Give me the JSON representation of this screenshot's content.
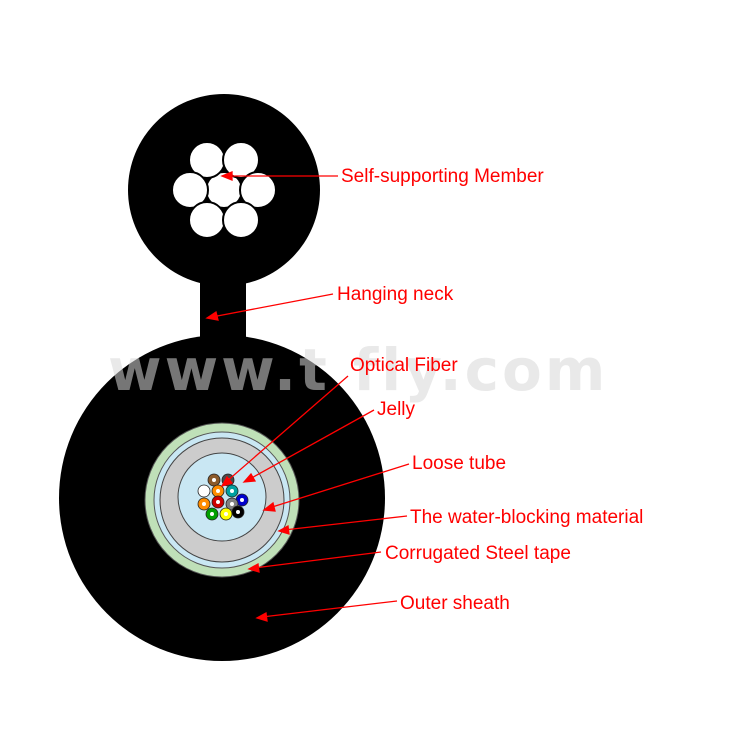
{
  "watermark": "www.t  fly.com",
  "labels": {
    "self_supporting_member": "Self-supporting Member",
    "hanging_neck": "Hanging neck",
    "optical_fiber": "Optical Fiber",
    "jelly": "Jelly",
    "loose_tube": "Loose tube",
    "water_blocking_material": "The water-blocking material",
    "corrugated_steel_tape": "Corrugated Steel tape",
    "outer_sheath": "Outer sheath"
  },
  "colors": {
    "sheath": "#000000",
    "steel_wire": "#ffffff",
    "corrugated_steel_tape": "#bfe0b8",
    "water_blocking_material": "#c9e7f3",
    "loose_tube": "#cccccc",
    "jelly": "#c9e7f3",
    "label_text": "#ff0000",
    "leader_line": "#ff0000",
    "watermark": "#d8d8d8"
  },
  "fiber_colors": [
    "#8b5a2b",
    "#4a4a4a",
    "#ffffff",
    "#ff8c00",
    "#00a0a0",
    "#0000cc",
    "#ff8c00",
    "#cc0000",
    "#808080",
    "#00a000",
    "#ffff00",
    "#000000"
  ]
}
